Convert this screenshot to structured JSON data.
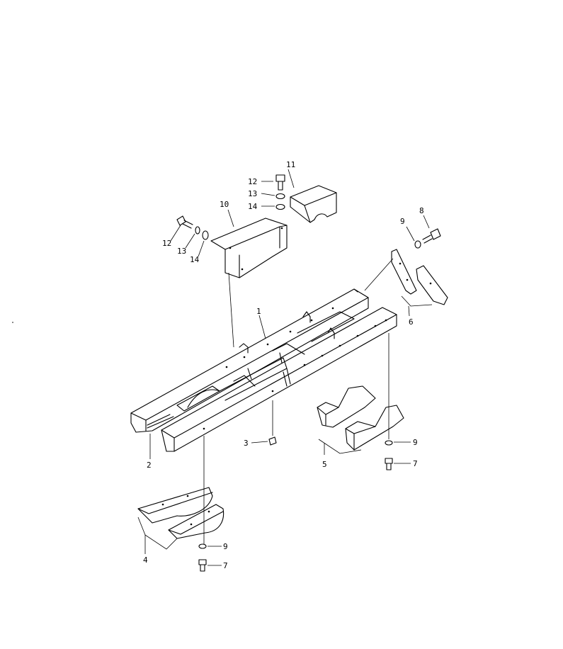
{
  "callouts": [
    {
      "id": "c1",
      "label": "1",
      "part": "frame-rail-left"
    },
    {
      "id": "c2",
      "label": "2",
      "part": "frame-rail-right"
    },
    {
      "id": "c3",
      "label": "3",
      "part": "plug"
    },
    {
      "id": "c4",
      "label": "4",
      "part": "front-guard-plates"
    },
    {
      "id": "c5",
      "label": "5",
      "part": "center-guard-plates"
    },
    {
      "id": "c6",
      "label": "6",
      "part": "rear-guard-plates"
    },
    {
      "id": "c7a",
      "label": "7",
      "part": "bolt"
    },
    {
      "id": "c7b",
      "label": "7",
      "part": "bolt"
    },
    {
      "id": "c8",
      "label": "8",
      "part": "bolt"
    },
    {
      "id": "c9a",
      "label": "9",
      "part": "washer"
    },
    {
      "id": "c9b",
      "label": "9",
      "part": "washer"
    },
    {
      "id": "c9c",
      "label": "9",
      "part": "washer"
    },
    {
      "id": "c10",
      "label": "10",
      "part": "cover"
    },
    {
      "id": "c11",
      "label": "11",
      "part": "cover"
    },
    {
      "id": "c12a",
      "label": "12",
      "part": "bolt"
    },
    {
      "id": "c12b",
      "label": "12",
      "part": "bolt"
    },
    {
      "id": "c13a",
      "label": "13",
      "part": "spring-washer"
    },
    {
      "id": "c13b",
      "label": "13",
      "part": "spring-washer"
    },
    {
      "id": "c14a",
      "label": "14",
      "part": "washer"
    },
    {
      "id": "c14b",
      "label": "14",
      "part": "washer"
    }
  ]
}
